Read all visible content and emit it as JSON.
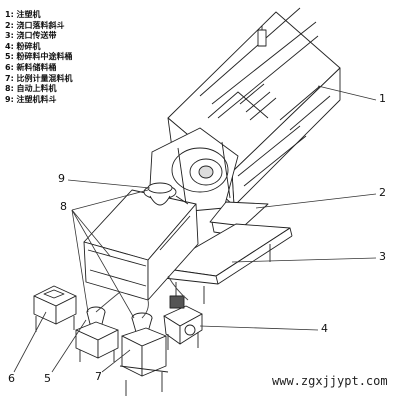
{
  "legend": [
    "1: 注塑机",
    "2: 浇口落料斜斗",
    "3: 浇口传送带",
    "4: 粉碎机",
    "5: 粉碎料中途料桶",
    "6: 新料储料桶",
    "7: 比例计量混料机",
    "8: 自动上料机",
    "9: 注塑机料斗"
  ],
  "callouts": {
    "c1": "1",
    "c2": "2",
    "c3": "3",
    "c4": "4",
    "c5": "5",
    "c6": "6",
    "c7": "7",
    "c8": "8",
    "c9": "9"
  },
  "watermark": "www.zgxjjypt.com"
}
